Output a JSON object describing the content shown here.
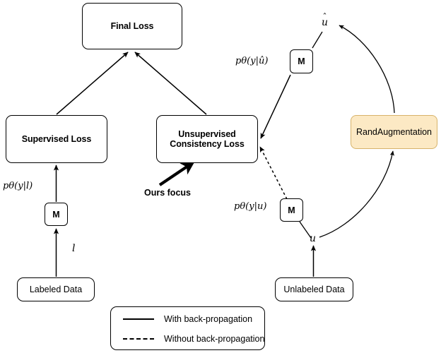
{
  "diagram": {
    "title": "Semi-supervised consistency training flow",
    "background_color": "#ffffff",
    "stroke_color": "#000000",
    "highlight_fill": "#fce9c4",
    "highlight_border": "#d7b36a"
  },
  "nodes": {
    "final_loss": "Final Loss",
    "supervised_loss": "Supervised Loss",
    "unsupervised_loss_line1": "Unsupervised",
    "unsupervised_loss_line2": "Consistency Loss",
    "model_labeled": "M",
    "model_unlabeled_weak": "M",
    "model_unlabeled_aug": "M",
    "labeled_data": "Labeled Data",
    "unlabeled_data": "Unlabeled Data",
    "rand_augmentation": "RandAugmentation"
  },
  "labels": {
    "prob_labeled_p": "p",
    "prob_labeled_theta": "θ",
    "prob_labeled_args": "(y|l)",
    "prob_labeled_full": "pθ(y|l)",
    "prob_aug_full": "pθ(y|û)",
    "prob_weak_full": "pθ(y|u)",
    "var_l": "l",
    "var_u": "u",
    "var_u_hat": "u",
    "var_u_hat_accent": "ˆ",
    "ours_focus": "Ours focus"
  },
  "legend": {
    "items": [
      {
        "style": "solid",
        "label": "With back-propagation"
      },
      {
        "style": "dashed",
        "label": "Without back-propagation"
      }
    ]
  }
}
